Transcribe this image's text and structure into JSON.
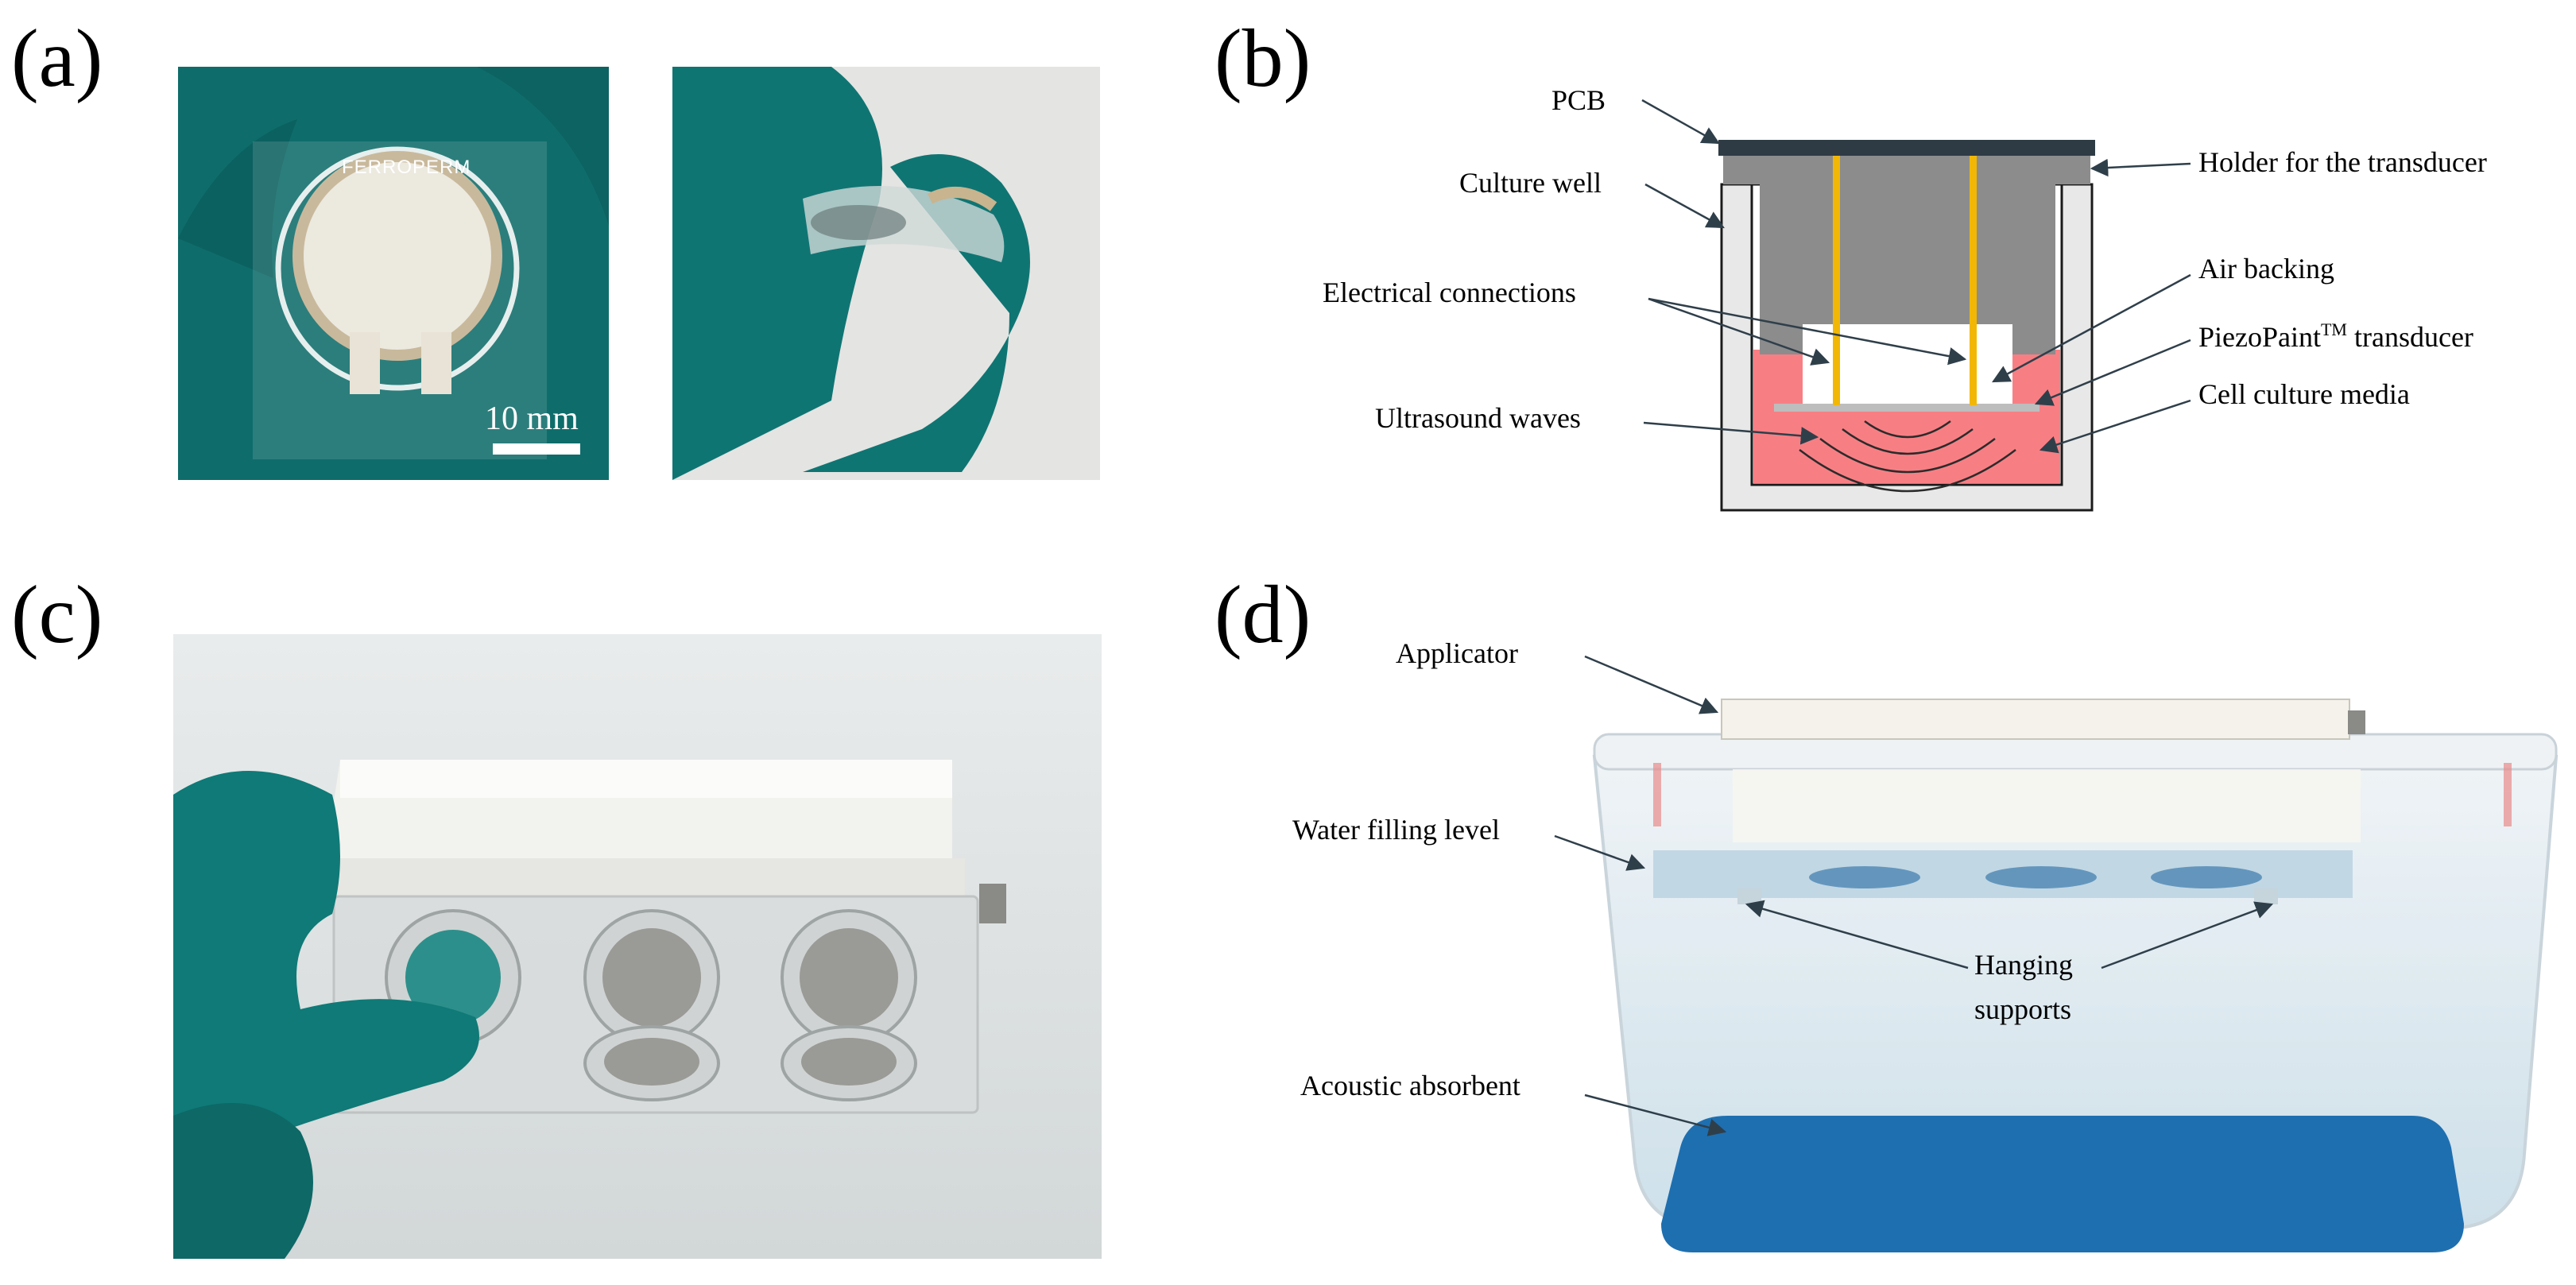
{
  "panels": {
    "a": {
      "label": "(a)",
      "brand_text": "FERROPERM",
      "scale_bar": "10 mm"
    },
    "b": {
      "label": "(b)",
      "callouts": {
        "pcb": "PCB",
        "culture_well": "Culture well",
        "electrical_connections": "Electrical connections",
        "ultrasound_waves": "Ultrasound waves",
        "holder": "Holder for the transducer",
        "air_backing": "Air backing",
        "transducer_prefix": "PiezoPaint",
        "transducer_tm": "TM",
        "transducer_suffix": " transducer",
        "cell_culture_media": "Cell culture media"
      },
      "colors": {
        "pcb": "#2e3b45",
        "holder": "#8c8c8c",
        "wires": "#f2b705",
        "media": "#f77f84",
        "well": "#e8e8e8"
      }
    },
    "c": {
      "label": "(c)"
    },
    "d": {
      "label": "(d)",
      "callouts": {
        "applicator": "Applicator",
        "water_filling_level": "Water filling level",
        "hanging_supports_line1": "Hanging",
        "hanging_supports_line2": "supports",
        "acoustic_absorbent": "Acoustic absorbent"
      },
      "colors": {
        "absorbent": "#1e6fb0",
        "glove": "#0f7a77"
      }
    }
  }
}
